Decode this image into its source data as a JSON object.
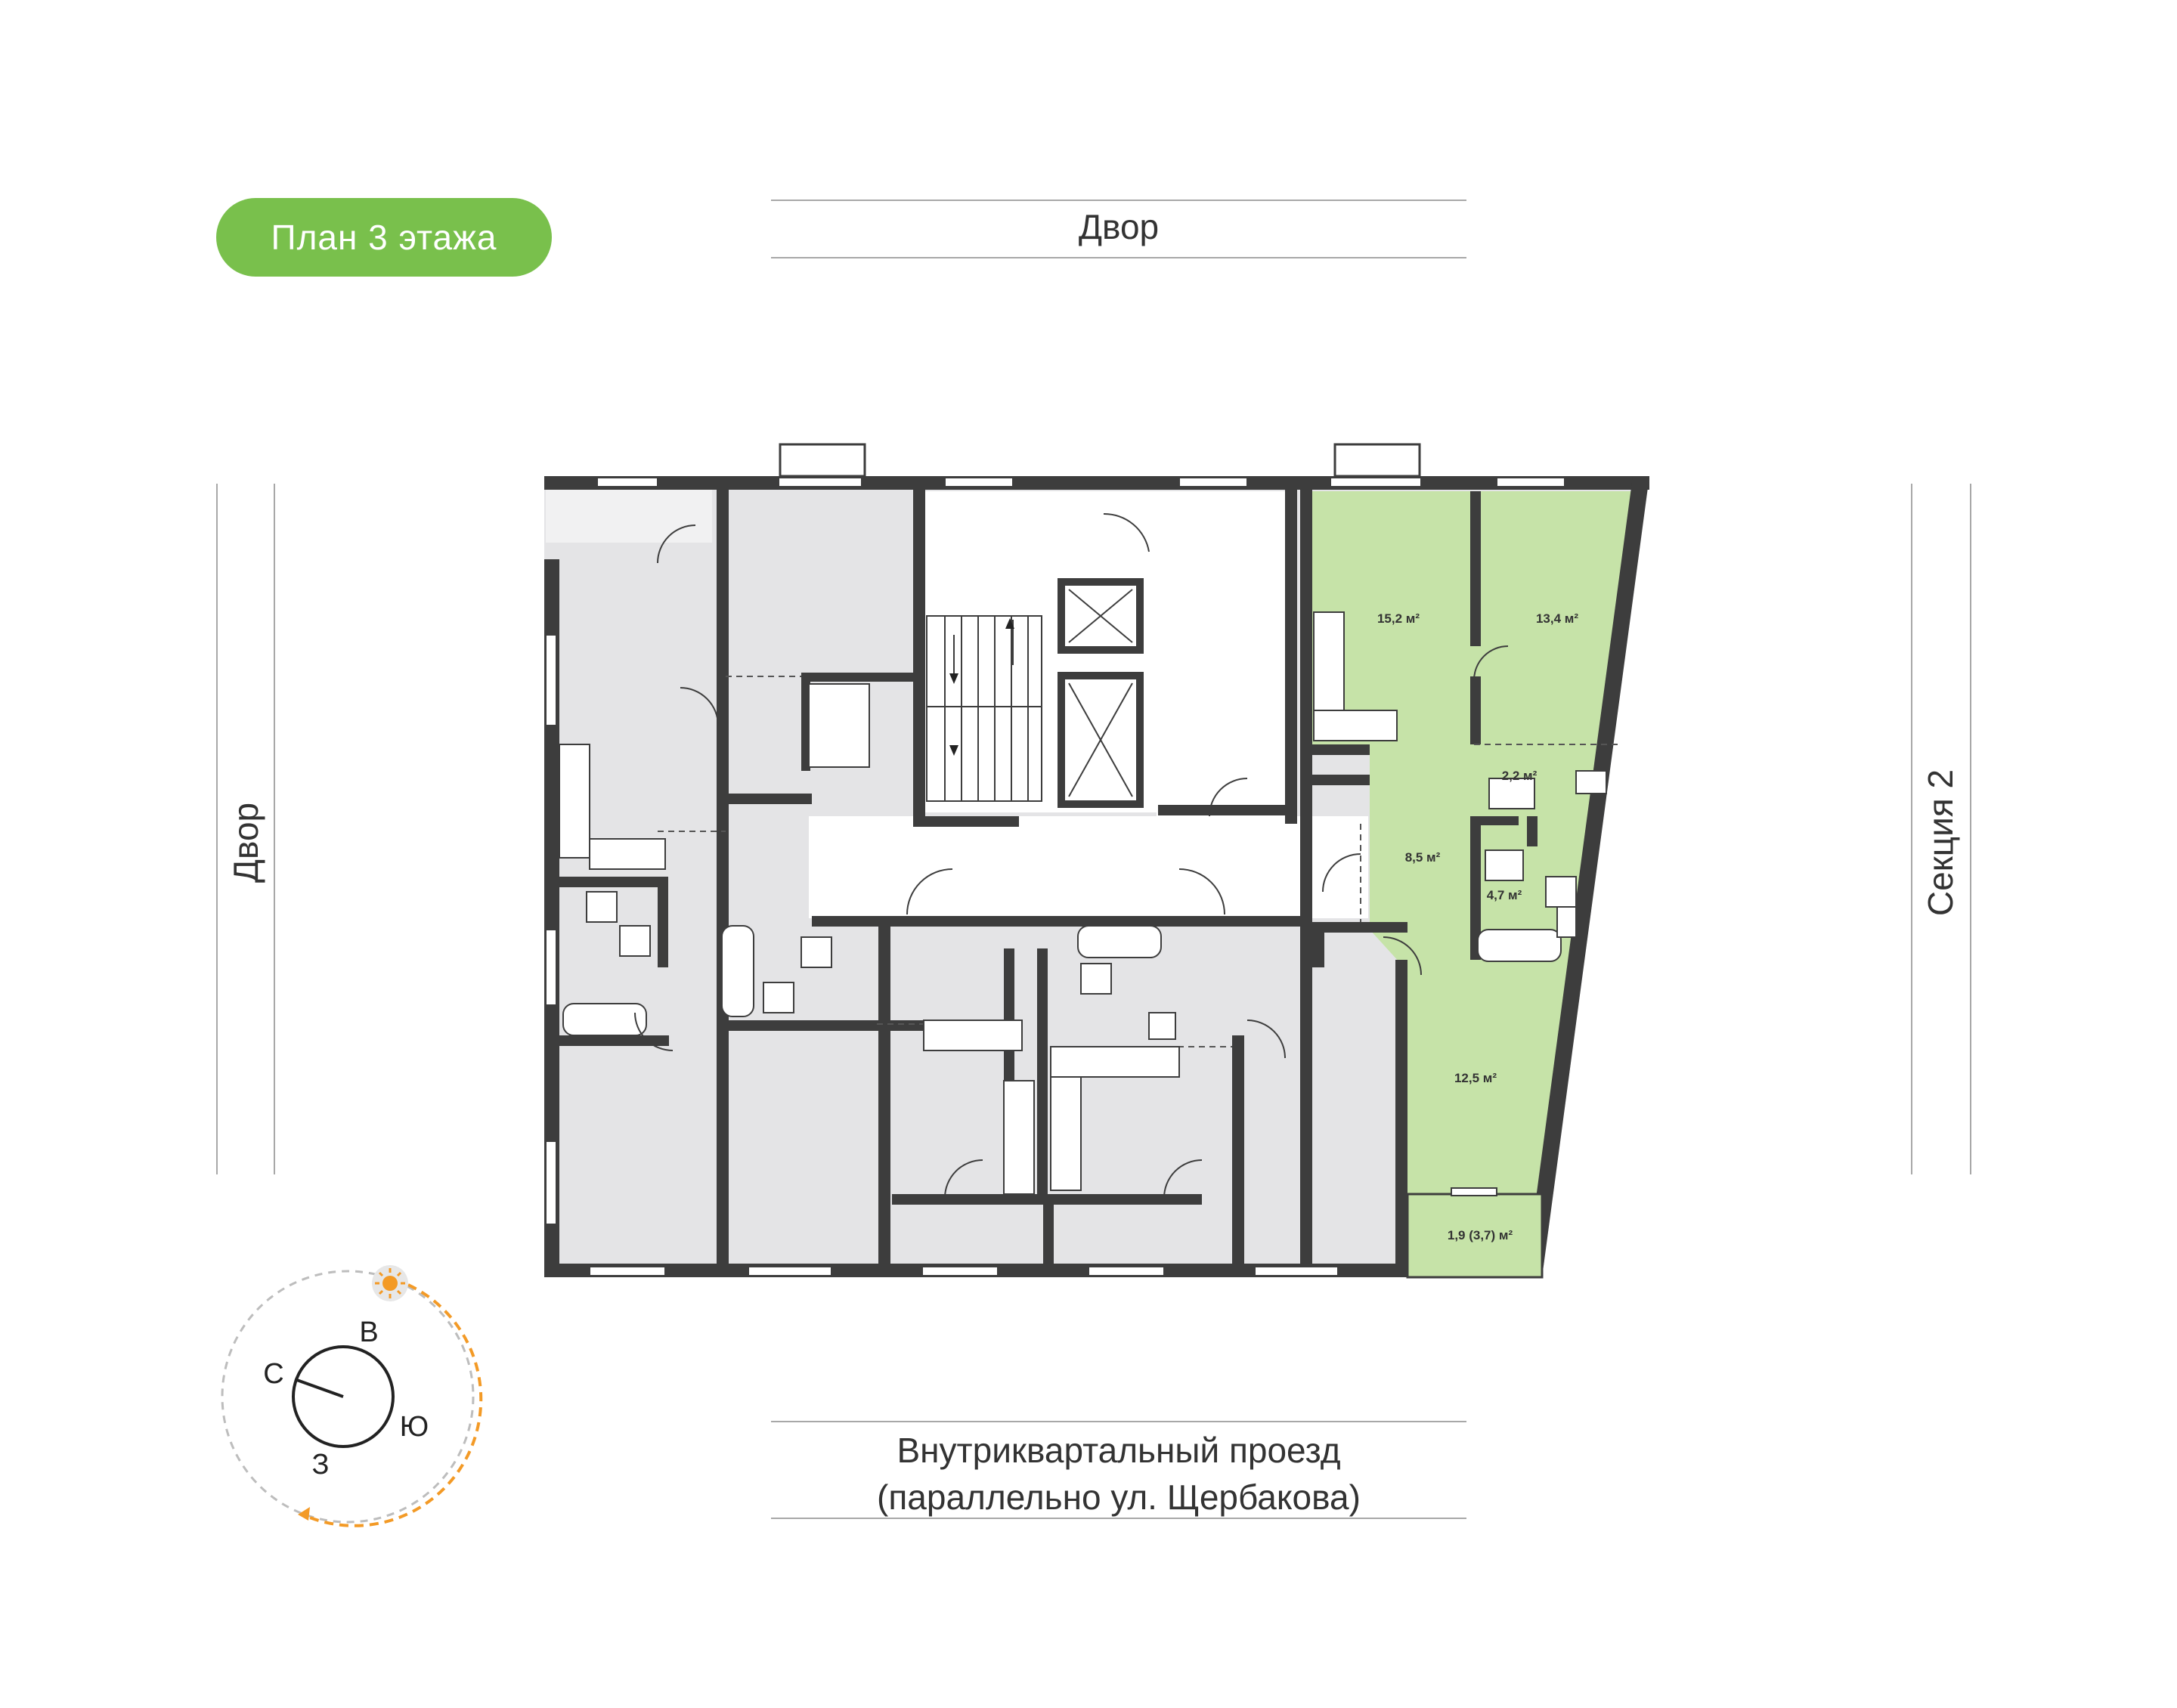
{
  "title": "План 3 этажа",
  "surroundings": {
    "top": "Двор",
    "left": "Двор",
    "right": "Секция 2",
    "bottom_line1": "Внутриквартальный проезд",
    "bottom_line2": "(параллельно ул. Щербакова)"
  },
  "apartment": {
    "rooms": [
      {
        "id": "room-1",
        "area": "15,2 м²"
      },
      {
        "id": "room-2",
        "area": "13,4 м²"
      },
      {
        "id": "bath-1",
        "area": "2,2 м²"
      },
      {
        "id": "hall",
        "area": "8,5 м²"
      },
      {
        "id": "bath-2",
        "area": "4,7 м²"
      },
      {
        "id": "kitchen",
        "area": "12,5 м²"
      },
      {
        "id": "balcony",
        "area": "1,9 (3,7) м²"
      }
    ]
  },
  "compass": {
    "north": "С",
    "east": "В",
    "south": "Ю",
    "west": "З"
  },
  "colors": {
    "accent": "#79c04c",
    "apartment_fill": "#c6e3a8",
    "walls": "#3d3d3d",
    "rooms": "#e4e4e6",
    "sun": "#f39a26"
  }
}
